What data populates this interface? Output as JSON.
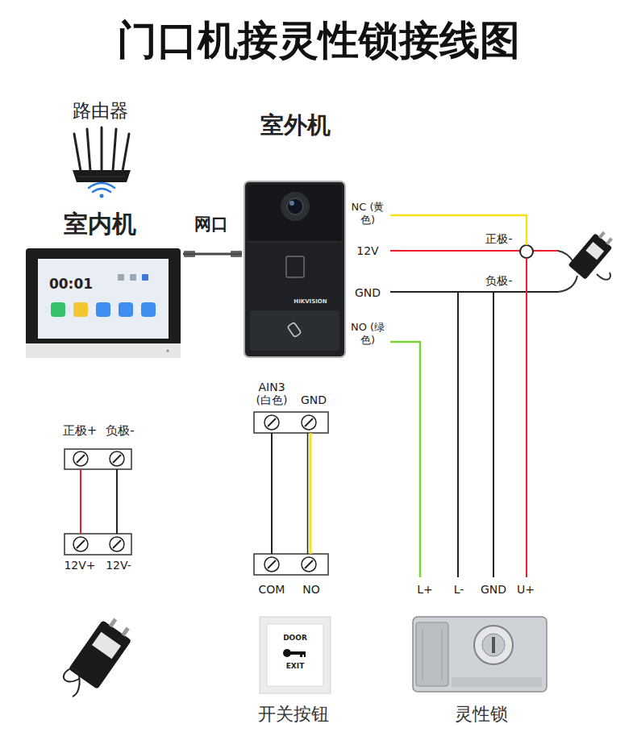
{
  "diagram": {
    "title": "门口机接灵性锁接线图",
    "nodes": [
      {
        "text": [
          "路由器"
        ]
      },
      {
        "text": [
          "室内机",
          "00:01"
        ]
      },
      {
        "text": [
          "室外机",
          "HIKVISION",
          "NC (黄色)",
          "12V",
          "GND",
          "NO (绿色)"
        ]
      },
      {
        "text": [
          "正极+",
          "负极-"
        ]
      },
      {
        "text": [
          "12V+",
          "12V-"
        ]
      },
      {
        "text": [
          "AIN3 (白色)",
          "GND"
        ]
      },
      {
        "text": [
          "COM",
          "NO"
        ]
      },
      {
        "text": [
          "DOOR",
          "EXIT",
          "开关按钮"
        ]
      },
      {
        "text": [
          "L+",
          "L-",
          "GND",
          "U+",
          "灵性锁"
        ]
      }
    ],
    "edges": [
      {
        "from": 1,
        "to": 2,
        "label": "网口",
        "arrow": "none"
      },
      {
        "from": 3,
        "to": 4,
        "arrow": "none"
      },
      {
        "from": 3,
        "to": 4,
        "arrow": "none"
      },
      {
        "from": 5,
        "to": 6,
        "arrow": "none"
      },
      {
        "from": 5,
        "to": 6,
        "arrow": "none"
      },
      {
        "from": 2,
        "to": 8,
        "arrow": "none"
      },
      {
        "from": 2,
        "to": 8,
        "arrow": "none"
      },
      {
        "from": 2,
        "to": 8,
        "arrow": "none"
      },
      {
        "from": 2,
        "to": 8,
        "arrow": "none"
      }
    ],
    "labels": [
      "正极-",
      "负极-"
    ]
  }
}
